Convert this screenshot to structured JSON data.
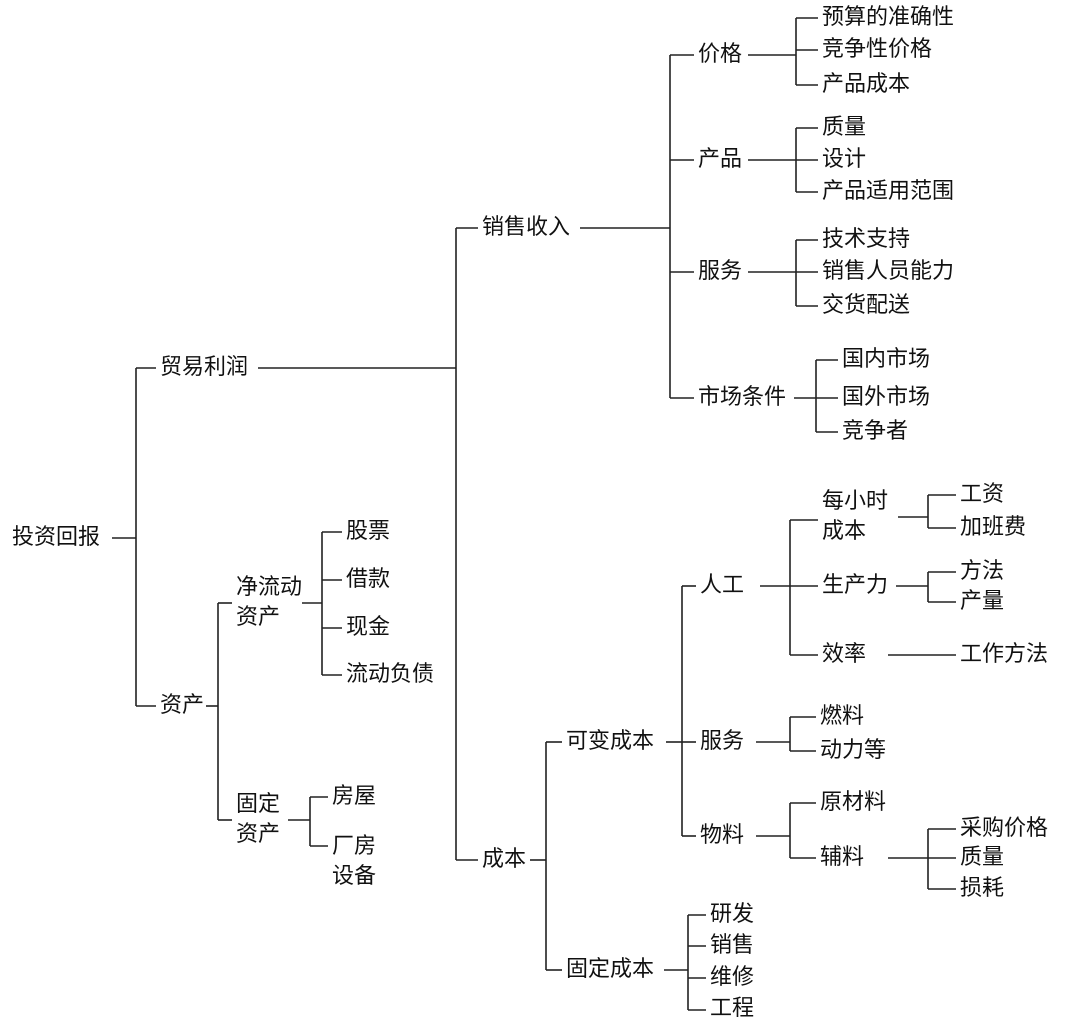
{
  "diagram": {
    "root": {
      "label": "投资回报"
    },
    "trade_profit": {
      "label": "贸易利润"
    },
    "assets": {
      "label": "资产"
    },
    "sales_revenue": {
      "label": "销售收入"
    },
    "cost": {
      "label": "成本"
    },
    "price": {
      "label": "价格",
      "children": [
        "预算的准确性",
        "竞争性价格",
        "产品成本"
      ]
    },
    "product": {
      "label": "产品",
      "children": [
        "质量",
        "设计",
        "产品适用范围"
      ]
    },
    "service": {
      "label": "服务",
      "children": [
        "技术支持",
        "销售人员能力",
        "交货配送"
      ]
    },
    "market": {
      "label": "市场条件",
      "children": [
        "国内市场",
        "国外市场",
        "竞争者"
      ]
    },
    "net_current_assets": {
      "label_line1": "净流动",
      "label_line2": "资产",
      "children": [
        "股票",
        "借款",
        "现金",
        "流动负债"
      ]
    },
    "fixed_assets": {
      "label_line1": "固定",
      "label_line2": "资产",
      "children": [
        "房屋"
      ],
      "plant_line1": "厂房",
      "plant_line2": "设备"
    },
    "variable_cost": {
      "label": "可变成本"
    },
    "fixed_cost": {
      "label": "固定成本",
      "children": [
        "研发",
        "销售",
        "维修",
        "工程"
      ]
    },
    "labor": {
      "label": "人工"
    },
    "hourly_cost": {
      "label_line1": "每小时",
      "label_line2": "成本",
      "children": [
        "工资",
        "加班费"
      ]
    },
    "productivity": {
      "label": "生产力",
      "children": [
        "方法",
        "产量"
      ]
    },
    "efficiency": {
      "label": "效率",
      "children": [
        "工作方法"
      ]
    },
    "cost_service": {
      "label": "服务",
      "children": [
        "燃料",
        "动力等"
      ]
    },
    "materials": {
      "label": "物料",
      "children": [
        "原材料"
      ]
    },
    "auxiliary": {
      "label": "辅料",
      "children": [
        "采购价格",
        "质量",
        "损耗"
      ]
    }
  }
}
